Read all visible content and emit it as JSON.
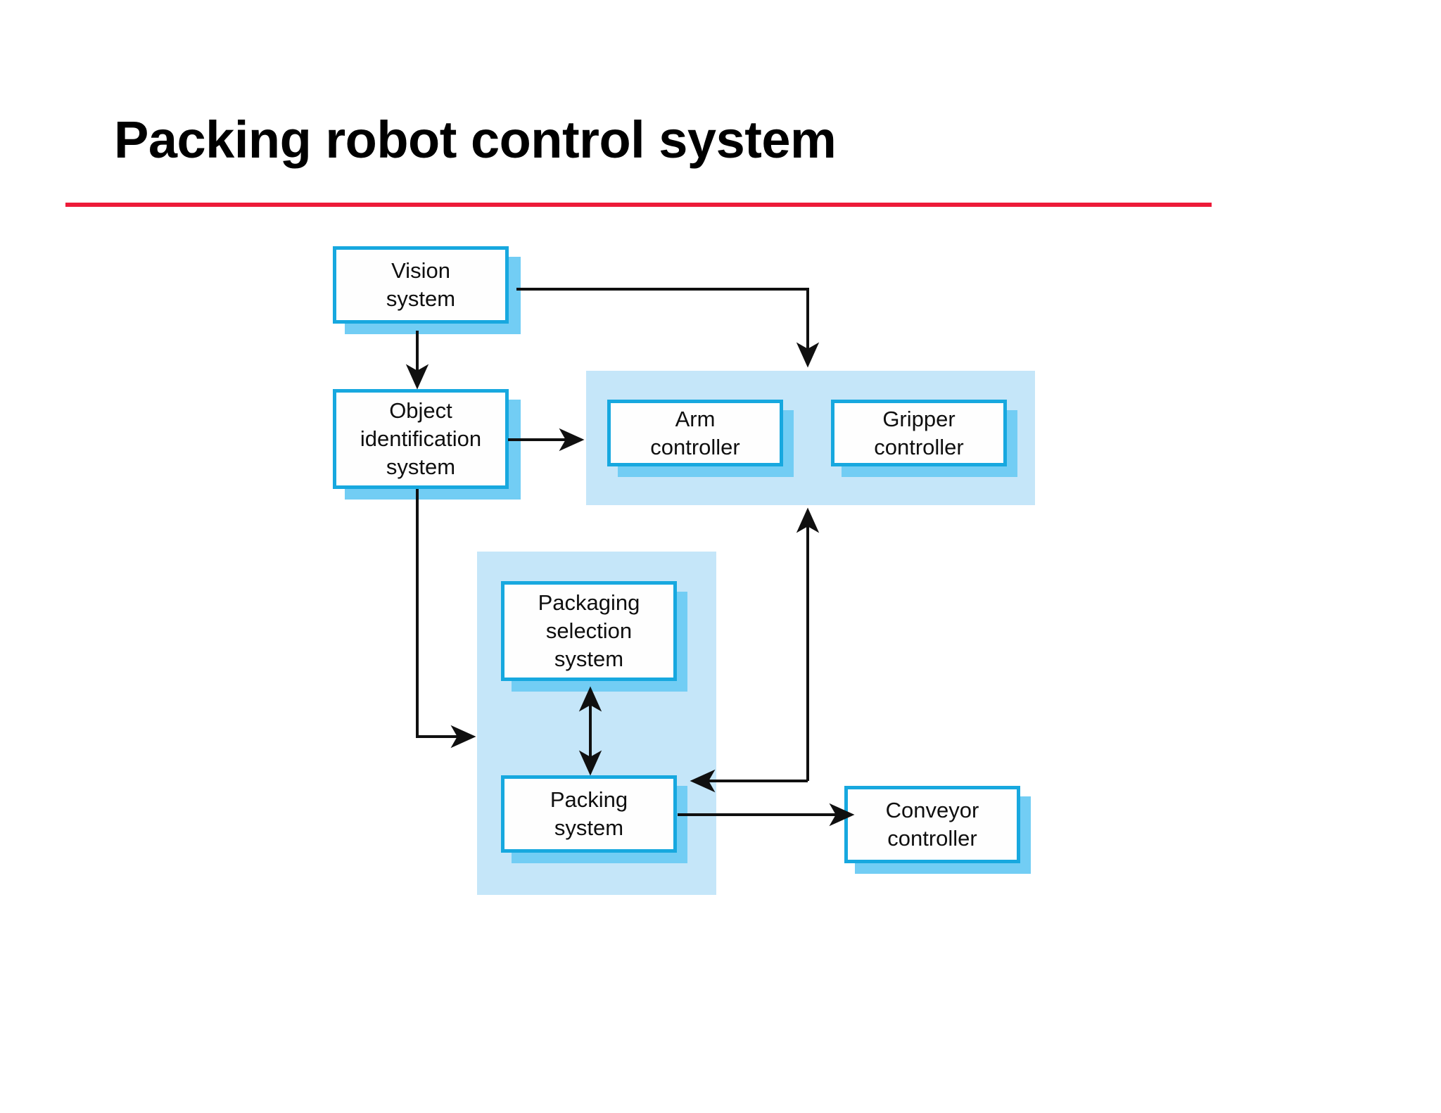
{
  "slide": {
    "title": "Packing robot control system",
    "rule_color": "#ED1B39"
  },
  "theme": {
    "box_border": "#17A8DF",
    "box_fill": "#FEFEFE",
    "box_shadow": "#72CDF4",
    "group_panel_fill": "#C5E6F9",
    "connector": "#101010",
    "text": "#0F0F0F"
  },
  "diagram": {
    "type": "block-diagram",
    "nodes": [
      {
        "id": "vision-system",
        "label": "Vision\nsystem"
      },
      {
        "id": "object-identification-system",
        "label": "Object\nidentification\nsystem"
      },
      {
        "id": "arm-controller",
        "label": "Arm\ncontroller"
      },
      {
        "id": "gripper-controller",
        "label": "Gripper\ncontroller"
      },
      {
        "id": "packaging-selection-system",
        "label": "Packaging\nselection\nsystem"
      },
      {
        "id": "packing-system",
        "label": "Packing\nsystem"
      },
      {
        "id": "conveyor-controller",
        "label": "Conveyor\ncontroller"
      }
    ],
    "groups": [
      {
        "id": "robot-controllers-group",
        "members": [
          "arm-controller",
          "gripper-controller"
        ]
      },
      {
        "id": "packing-group",
        "members": [
          "packaging-selection-system",
          "packing-system"
        ]
      }
    ],
    "edges": [
      {
        "from": "vision-system",
        "to": "object-identification-system",
        "direction": "one-way"
      },
      {
        "from": "vision-system",
        "to": "robot-controllers-group",
        "direction": "one-way"
      },
      {
        "from": "object-identification-system",
        "to": "robot-controllers-group",
        "direction": "one-way"
      },
      {
        "from": "object-identification-system",
        "to": "packing-group",
        "direction": "one-way"
      },
      {
        "from": "packaging-selection-system",
        "to": "packing-system",
        "direction": "two-way"
      },
      {
        "from": "robot-controllers-group",
        "to": "packing-system",
        "direction": "one-way"
      },
      {
        "from": "packing-system",
        "to": "conveyor-controller",
        "direction": "one-way"
      },
      {
        "from": "packing-system",
        "to": "robot-controllers-group",
        "direction": "one-way"
      }
    ]
  }
}
